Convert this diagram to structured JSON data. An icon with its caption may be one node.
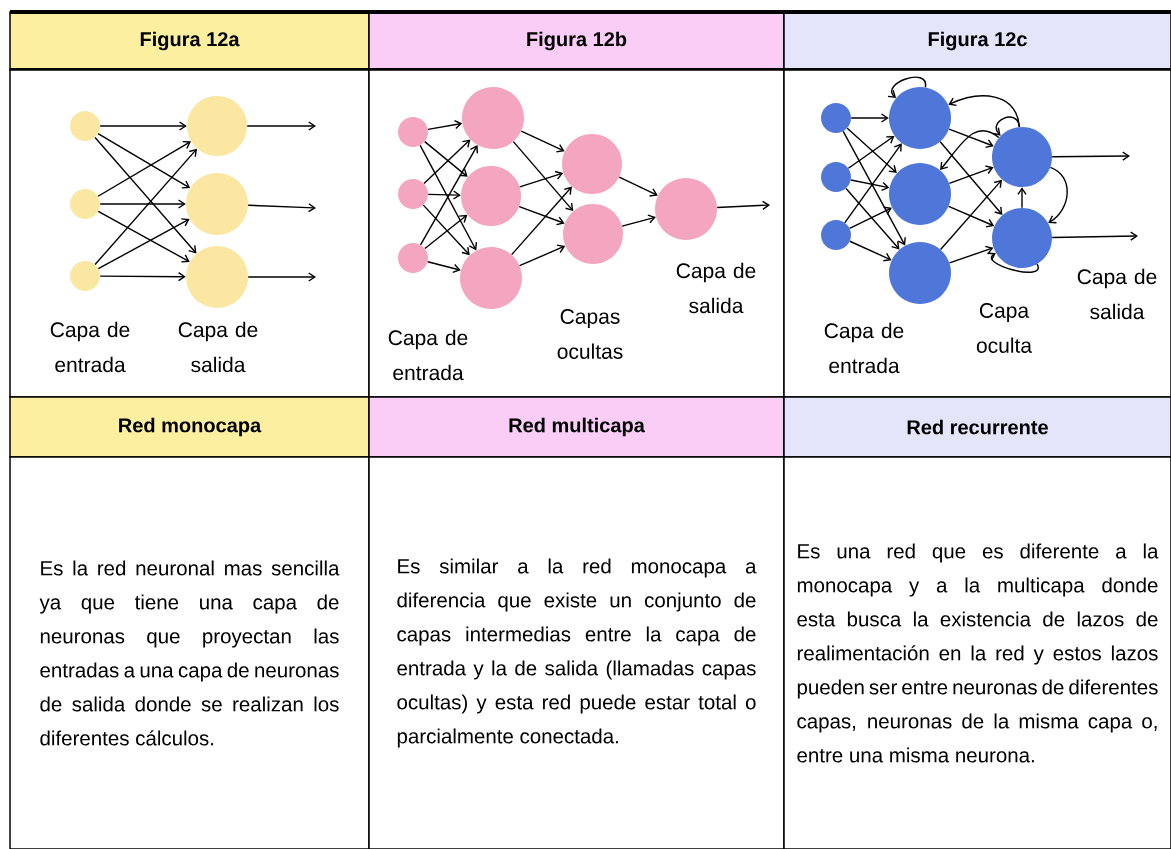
{
  "diagram": {
    "nodes": [
      {
        "text": [
          "Figura 12a"
        ]
      },
      {
        "text": [
          "Figura 12b"
        ]
      },
      {
        "text": [
          "Figura 12c"
        ]
      },
      {
        "text": [
          "Capa de entrada",
          "Capa de salida"
        ]
      },
      {
        "text": [
          "Capa de salida",
          "Capas ocultas",
          "Capa de entrada"
        ]
      },
      {
        "text": [
          "Capa de entrada",
          "Capa oculta",
          "Capa de salida"
        ]
      },
      {
        "text": [
          "Red monocapa"
        ]
      },
      {
        "text": [
          "Red multicapa"
        ]
      },
      {
        "text": [
          "Red recurrente"
        ]
      },
      {
        "text": [
          "Es la red neuronal mas sencilla ya que tiene una capa de neuronas que proyectan las entradas a una capa de neuronas de salida donde se realizan los diferentes cálculos."
        ]
      },
      {
        "text": [
          "Es similar a la red monocapa a diferencia que existe un conjunto de capas intermedias entre la capa de entrada y la de salida (llamadas capas ocultas) y esta red puede estar total o parcialmente conectada."
        ]
      },
      {
        "text": [
          "Es una red que es diferente a la monocapa y a la multicapa donde esta busca la existencia de lazos de realimentación en la red y estos lazos pueden ser entre neuronas de diferentes capas, neuronas de la misma capa o, entre una misma neurona."
        ]
      },
      {
        "text": [],
        "shape": "circle",
        "in": 3
      },
      {
        "text": [],
        "shape": "circle",
        "in": 3
      },
      {
        "text": [],
        "shape": "circle",
        "in": 3
      },
      {
        "text": [],
        "shape": "circle",
        "in": 3
      },
      {
        "text": [],
        "shape": "circle",
        "in": 3
      },
      {
        "text": [],
        "shape": "circle",
        "in": 3
      },
      {
        "text": [],
        "shape": "circle",
        "in": 4
      },
      {
        "text": [],
        "shape": "circle",
        "in": 4
      },
      {
        "text": [],
        "shape": "circle",
        "in": 4
      },
      {
        "text": [],
        "shape": "circle",
        "in": 4
      },
      {
        "text": [],
        "shape": "circle",
        "in": 4
      },
      {
        "text": [],
        "shape": "circle",
        "in": 4
      },
      {
        "text": [],
        "shape": "circle",
        "in": 4
      },
      {
        "text": [],
        "shape": "circle",
        "in": 4
      },
      {
        "text": [],
        "shape": "circle",
        "in": 4
      },
      {
        "text": [],
        "shape": "circle",
        "in": 5
      },
      {
        "text": [],
        "shape": "circle",
        "in": 5
      },
      {
        "text": [],
        "shape": "circle",
        "in": 5
      },
      {
        "text": [],
        "shape": "circle",
        "in": 5
      },
      {
        "text": [],
        "shape": "circle",
        "in": 5
      },
      {
        "text": [],
        "shape": "circle",
        "in": 5
      },
      {
        "text": [],
        "shape": "circle",
        "in": 5
      },
      {
        "text": [],
        "shape": "circle",
        "in": 5
      }
    ],
    "edges": [
      {
        "from": 12,
        "to": 15,
        "arrow": "to"
      },
      {
        "from": 12,
        "to": 16,
        "arrow": "to"
      },
      {
        "from": 12,
        "to": 17,
        "arrow": "to"
      },
      {
        "from": 13,
        "to": 15,
        "arrow": "to"
      },
      {
        "from": 13,
        "to": 16,
        "arrow": "to"
      },
      {
        "from": 13,
        "to": 17,
        "arrow": "to"
      },
      {
        "from": 14,
        "to": 15,
        "arrow": "to"
      },
      {
        "from": 14,
        "to": 16,
        "arrow": "to"
      },
      {
        "from": 14,
        "to": 17,
        "arrow": "to"
      },
      {
        "from": 15,
        "to": null,
        "arrow": "to"
      },
      {
        "from": 16,
        "to": null,
        "arrow": "to"
      },
      {
        "from": 17,
        "to": null,
        "arrow": "to"
      },
      {
        "from": 18,
        "to": 21,
        "arrow": "to"
      },
      {
        "from": 18,
        "to": 22,
        "arrow": "to"
      },
      {
        "from": 18,
        "to": 23,
        "arrow": "to"
      },
      {
        "from": 19,
        "to": 21,
        "arrow": "to"
      },
      {
        "from": 19,
        "to": 22,
        "arrow": "to"
      },
      {
        "from": 19,
        "to": 23,
        "arrow": "to"
      },
      {
        "from": 20,
        "to": 21,
        "arrow": "to"
      },
      {
        "from": 20,
        "to": 22,
        "arrow": "to"
      },
      {
        "from": 20,
        "to": 23,
        "arrow": "to"
      },
      {
        "from": 21,
        "to": 24,
        "arrow": "to"
      },
      {
        "from": 21,
        "to": 25,
        "arrow": "to"
      },
      {
        "from": 22,
        "to": 24,
        "arrow": "to"
      },
      {
        "from": 22,
        "to": 25,
        "arrow": "to"
      },
      {
        "from": 23,
        "to": 24,
        "arrow": "to"
      },
      {
        "from": 23,
        "to": 25,
        "arrow": "to"
      },
      {
        "from": 24,
        "to": 26,
        "arrow": "to"
      },
      {
        "from": 25,
        "to": 26,
        "arrow": "to"
      },
      {
        "from": 26,
        "to": null,
        "arrow": "to"
      },
      {
        "from": 27,
        "to": 30,
        "arrow": "to"
      },
      {
        "from": 27,
        "to": 31,
        "arrow": "to"
      },
      {
        "from": 27,
        "to": 32,
        "arrow": "to"
      },
      {
        "from": 28,
        "to": 30,
        "arrow": "to"
      },
      {
        "from": 28,
        "to": 31,
        "arrow": "to"
      },
      {
        "from": 28,
        "to": 32,
        "arrow": "to"
      },
      {
        "from": 29,
        "to": 30,
        "arrow": "to"
      },
      {
        "from": 29,
        "to": 31,
        "arrow": "to"
      },
      {
        "from": 29,
        "to": 32,
        "arrow": "to"
      },
      {
        "from": 30,
        "to": 33,
        "arrow": "to"
      },
      {
        "from": 30,
        "to": 34,
        "arrow": "to"
      },
      {
        "from": 31,
        "to": 33,
        "arrow": "to"
      },
      {
        "from": 31,
        "to": 34,
        "arrow": "to"
      },
      {
        "from": 32,
        "to": 33,
        "arrow": "to"
      },
      {
        "from": 32,
        "to": 34,
        "arrow": "to"
      },
      {
        "from": 33,
        "to": null,
        "arrow": "to"
      },
      {
        "from": 34,
        "to": null,
        "arrow": "to"
      },
      {
        "from": 30,
        "to": 30,
        "arrow": "to"
      },
      {
        "from": 33,
        "to": 30,
        "arrow": "to"
      },
      {
        "from": 33,
        "to": 33,
        "arrow": "to"
      },
      {
        "from": 33,
        "to": 34,
        "arrow": "to"
      },
      {
        "from": 34,
        "to": 33,
        "arrow": "to"
      },
      {
        "from": 34,
        "to": 34,
        "arrow": "to"
      },
      {
        "from": 33,
        "to": 31,
        "arrow": "to"
      }
    ]
  }
}
